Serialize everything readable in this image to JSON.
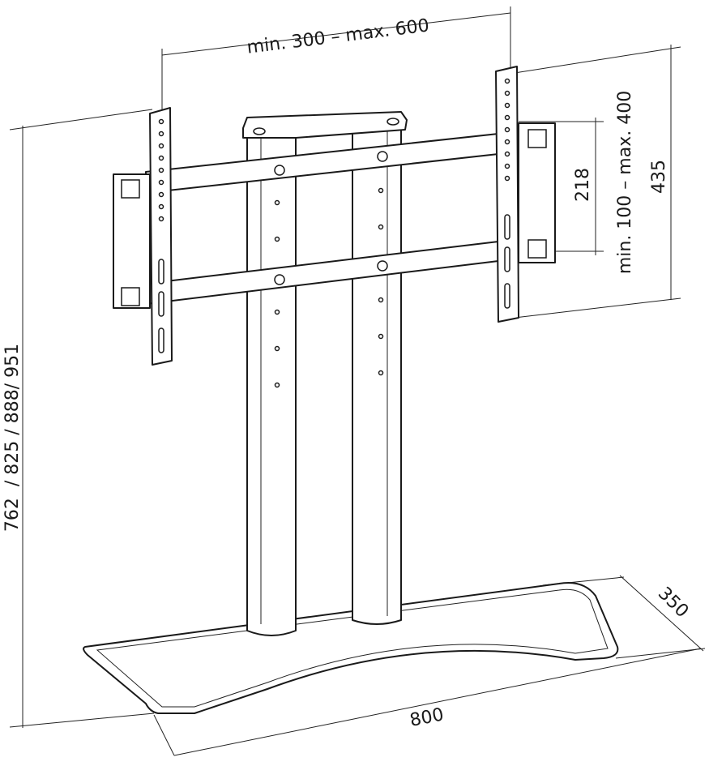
{
  "title": "TV stand dimension drawing",
  "dimensions": {
    "vesa_width": "min. 300 – max. 600",
    "bar_spacing": "218",
    "vesa_height": "min. 100 – max. 400",
    "bracket_height": "435",
    "total_height": "762  / 825 / 888/ 951",
    "base_depth": "350",
    "base_width": "800"
  }
}
